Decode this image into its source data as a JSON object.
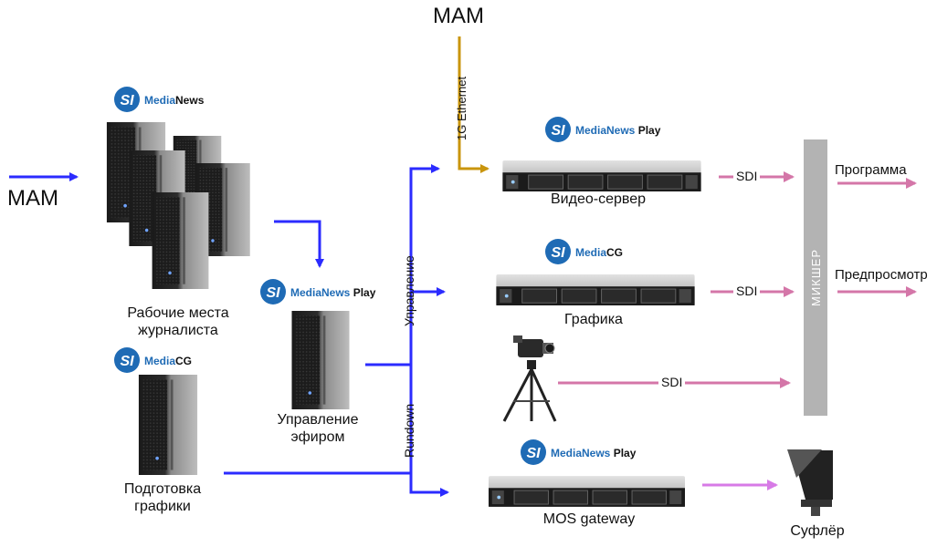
{
  "colors": {
    "blue_arrow": "#2b2bff",
    "gold_arrow": "#c9950c",
    "pink_arrow": "#d476a8",
    "violet_arrow": "#d77ae6",
    "mixer_fill": "#b3b3b3",
    "brand_blue": "#1f6bb5"
  },
  "labels": {
    "mam_left": "MAM",
    "mam_top": "MAM",
    "journalist_ws_line1": "Рабочие места",
    "journalist_ws_line2": "журналиста",
    "graphics_prep_line1": "Подготовка",
    "graphics_prep_line2": "графики",
    "playout_ctrl_line1": "Управление",
    "playout_ctrl_line2": "эфиром",
    "video_server": "Видео-сервер",
    "graphics": "Графика",
    "mos_gateway": "MOS gateway",
    "prompter": "Суфлёр",
    "program": "Программа",
    "preview": "Предпросмотр",
    "mixer": "МИКШЕР",
    "sdi_1": "SDI",
    "sdi_2": "SDI",
    "sdi_3": "SDI",
    "ethernet": "1G Ethernet",
    "control": "Управление",
    "rundown": "Rundown"
  },
  "logos": {
    "medianews": {
      "b1": "Media",
      "b2": "News",
      "b3": ""
    },
    "mediacg_left": {
      "b1": "Media",
      "b2": "CG",
      "b3": ""
    },
    "medianews_play_center": {
      "b1": "MediaNews",
      "b2": "",
      "b3": " Play"
    },
    "medianews_play_video": {
      "b1": "MediaNews",
      "b2": "",
      "b3": " Play"
    },
    "mediacg_right": {
      "b1": "Media",
      "b2": "CG",
      "b3": ""
    },
    "medianews_play_mos": {
      "b1": "MediaNews",
      "b2": "",
      "b3": " Play"
    }
  },
  "icons": {
    "workstation": "tower-pc-icon",
    "server": "rack-server-icon",
    "camera": "camera-on-tripod-icon",
    "prompter": "teleprompter-icon",
    "brand_badge": "si-logo-icon"
  }
}
